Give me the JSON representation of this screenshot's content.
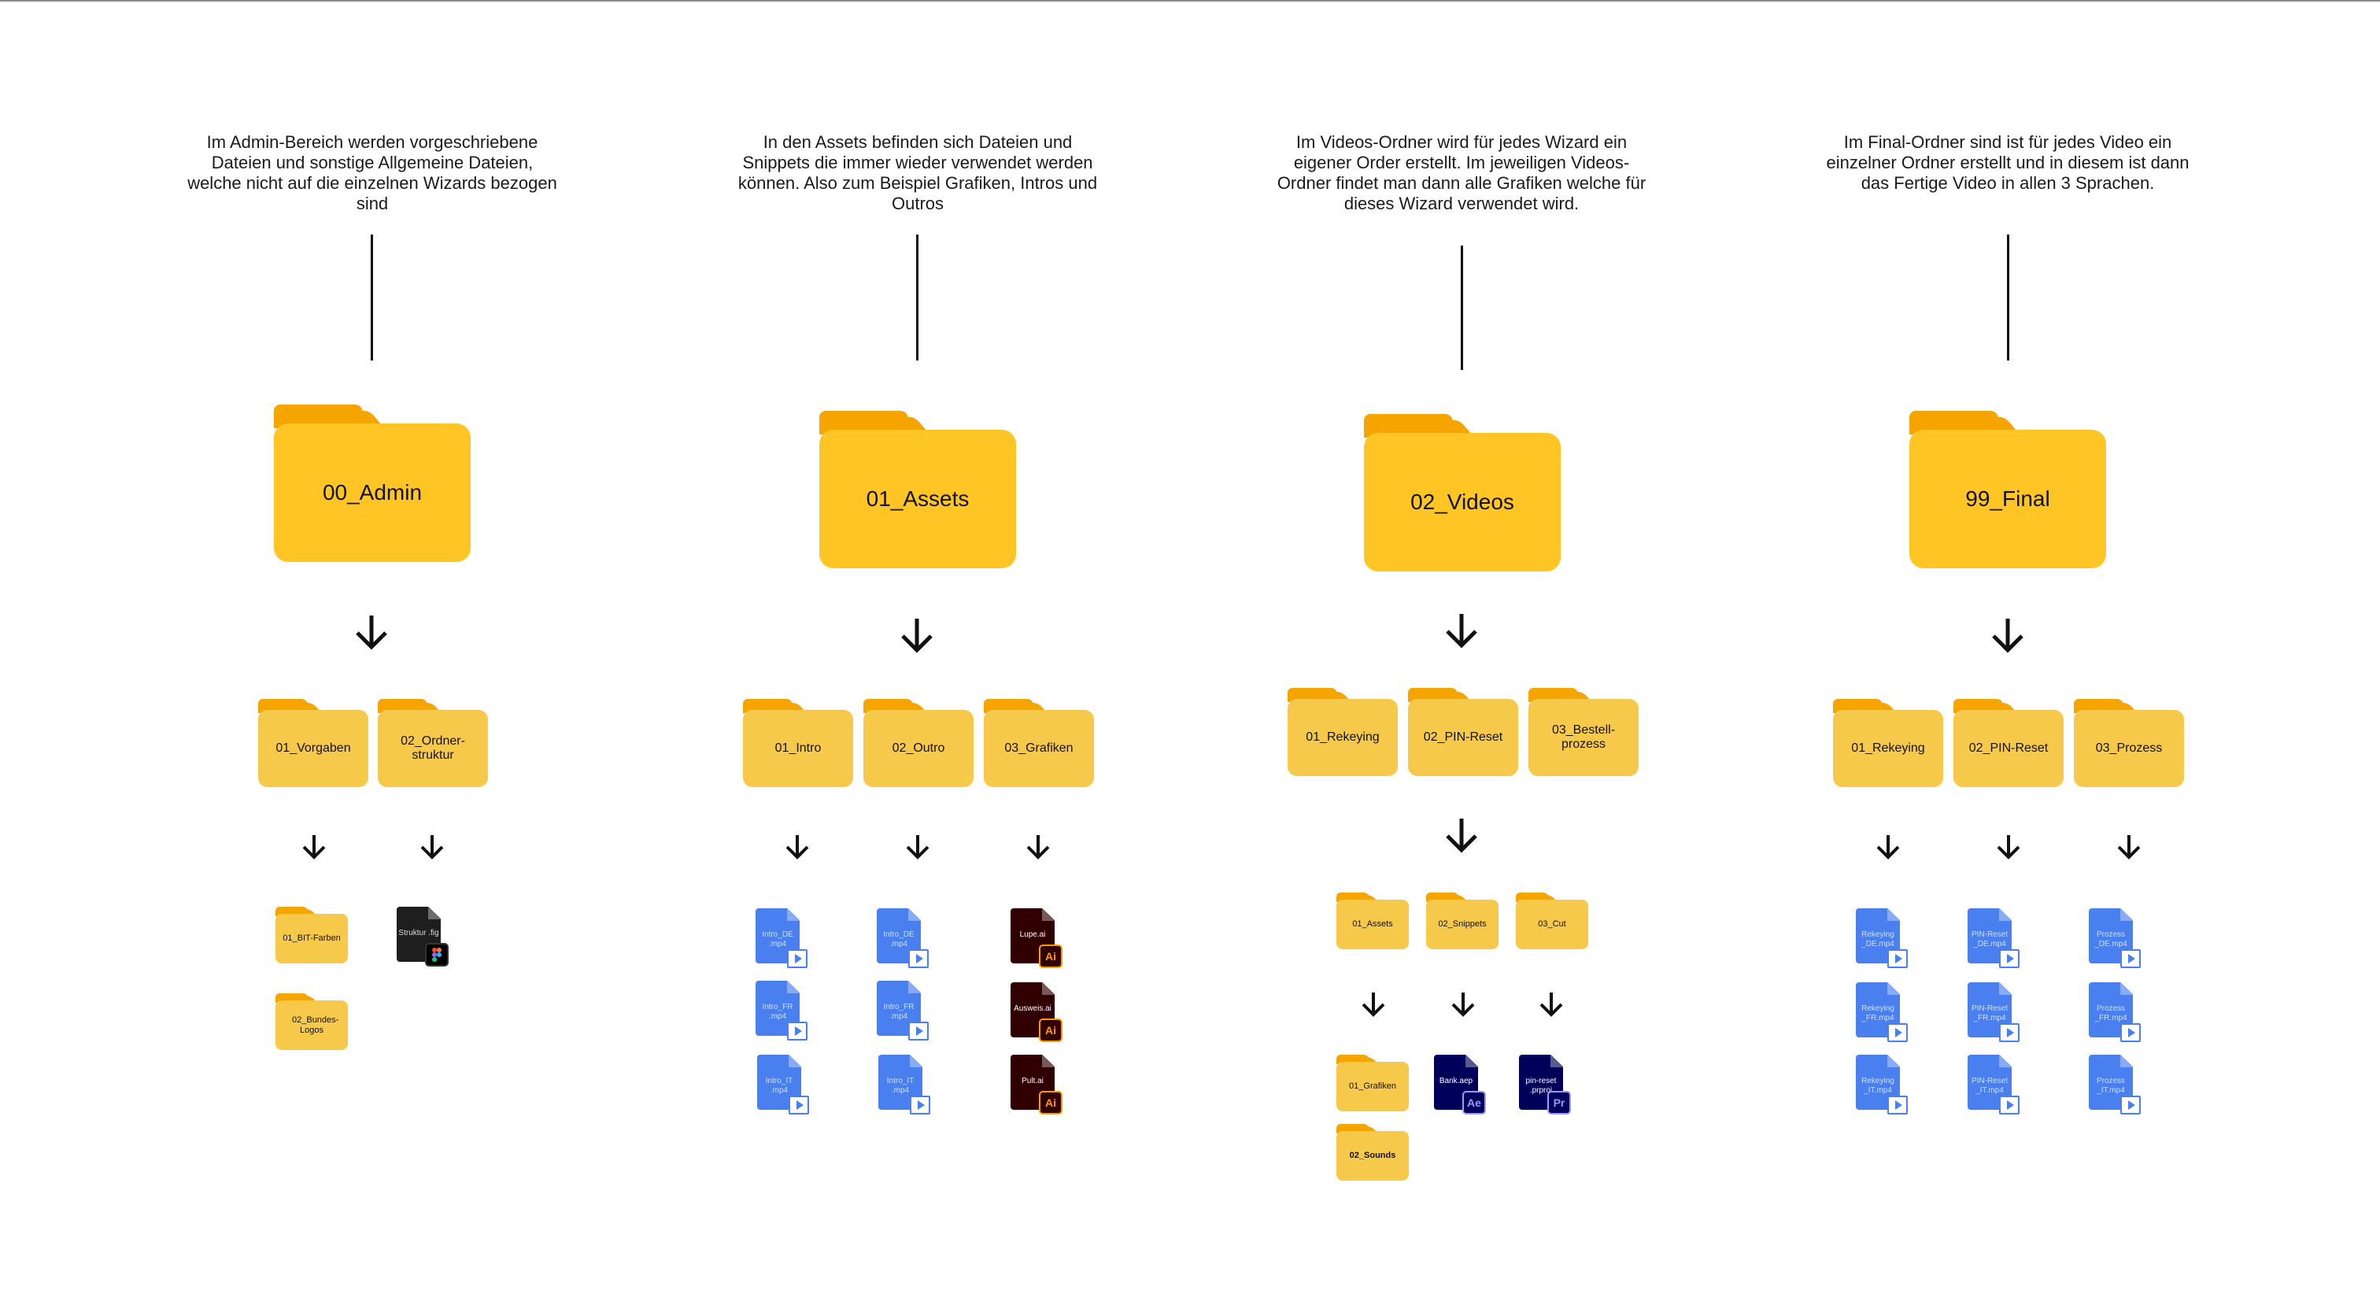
{
  "colors": {
    "folder": "#ffc524",
    "folder_tab": "#f5a400",
    "sub_folder": "#f7c94a",
    "video": "#4a7ff0",
    "ai": "#300000",
    "ae": "#00005b",
    "pr": "#00005b",
    "fig": "#1e1e1e"
  },
  "columns": [
    {
      "description": "Im Admin-Bereich werden vorgeschriebene Dateien und sonstige Allgemeine Dateien, welche nicht auf die einzelnen Wizards bezogen sind",
      "folder": "00_Admin",
      "subfolders": [
        "01_Vorgaben",
        "02_Ordner-struktur"
      ],
      "items": [
        {
          "label": "01_BIT-Farben",
          "kind": "folder"
        },
        {
          "label": "02_Bundes-Logos",
          "kind": "folder"
        },
        {
          "label": "Struktur .fig",
          "kind": "figma-file"
        }
      ]
    },
    {
      "description": "In den Assets befinden sich Dateien und Snippets die immer wieder verwendet werden können. Also zum Beispiel Grafiken, Intros und Outros",
      "folder": "01_Assets",
      "subfolders": [
        "01_Intro",
        "02_Outro",
        "03_Grafiken"
      ],
      "items": [
        {
          "label": "Intro_DE .mp4",
          "kind": "video"
        },
        {
          "label": "Intro_FR .mp4",
          "kind": "video"
        },
        {
          "label": "Intro_IT .mp4",
          "kind": "video"
        },
        {
          "label": "Intro_DE .mp4",
          "kind": "video"
        },
        {
          "label": "Intro_FR .mp4",
          "kind": "video"
        },
        {
          "label": "Intro_IT .mp4",
          "kind": "video"
        },
        {
          "label": "Lupe.ai",
          "kind": "ai"
        },
        {
          "label": "Ausweis.ai",
          "kind": "ai"
        },
        {
          "label": "Pult.ai",
          "kind": "ai"
        }
      ]
    },
    {
      "description": "Im Videos-Ordner wird für jedes Wizard ein eigener Order erstellt. Im jeweiligen Videos-Ordner findet man dann alle Grafiken welche für dieses Wizard verwendet wird.",
      "folder": "02_Videos",
      "subfolders": [
        "01_Rekeying",
        "02_PIN-Reset",
        "03_Bestell-prozess"
      ],
      "subsubfolders": [
        "01_Assets",
        "02_Snippets",
        "03_Cut"
      ],
      "items": [
        {
          "label": "01_Grafiken",
          "kind": "folder"
        },
        {
          "label": "02_Sounds",
          "kind": "folder"
        },
        {
          "label": "Bank.aep",
          "kind": "ae"
        },
        {
          "label": "pin-reset .prproj",
          "kind": "pr"
        }
      ]
    },
    {
      "description": "Im Final-Ordner sind ist für jedes Video ein einzelner Ordner erstellt und in diesem ist dann das Fertige Video in allen 3 Sprachen.",
      "folder": "99_Final",
      "subfolders": [
        "01_Rekeying",
        "02_PIN-Reset",
        "03_Prozess"
      ],
      "items": [
        {
          "label": "Rekeying _DE.mp4",
          "kind": "video"
        },
        {
          "label": "Rekeying _FR.mp4",
          "kind": "video"
        },
        {
          "label": "Rekeying _IT.mp4",
          "kind": "video"
        },
        {
          "label": "PIN-Reset _DE.mp4",
          "kind": "video"
        },
        {
          "label": "PIN-Reset _FR.mp4",
          "kind": "video"
        },
        {
          "label": "PIN-Reset _IT.mp4",
          "kind": "video"
        },
        {
          "label": "Prozess _DE.mp4",
          "kind": "video"
        },
        {
          "label": "Prozess _FR.mp4",
          "kind": "video"
        },
        {
          "label": "Prozess _IT.mp4",
          "kind": "video"
        }
      ]
    }
  ],
  "badges": {
    "ai": "Ai",
    "ae": "Ae",
    "pr": "Pr"
  }
}
